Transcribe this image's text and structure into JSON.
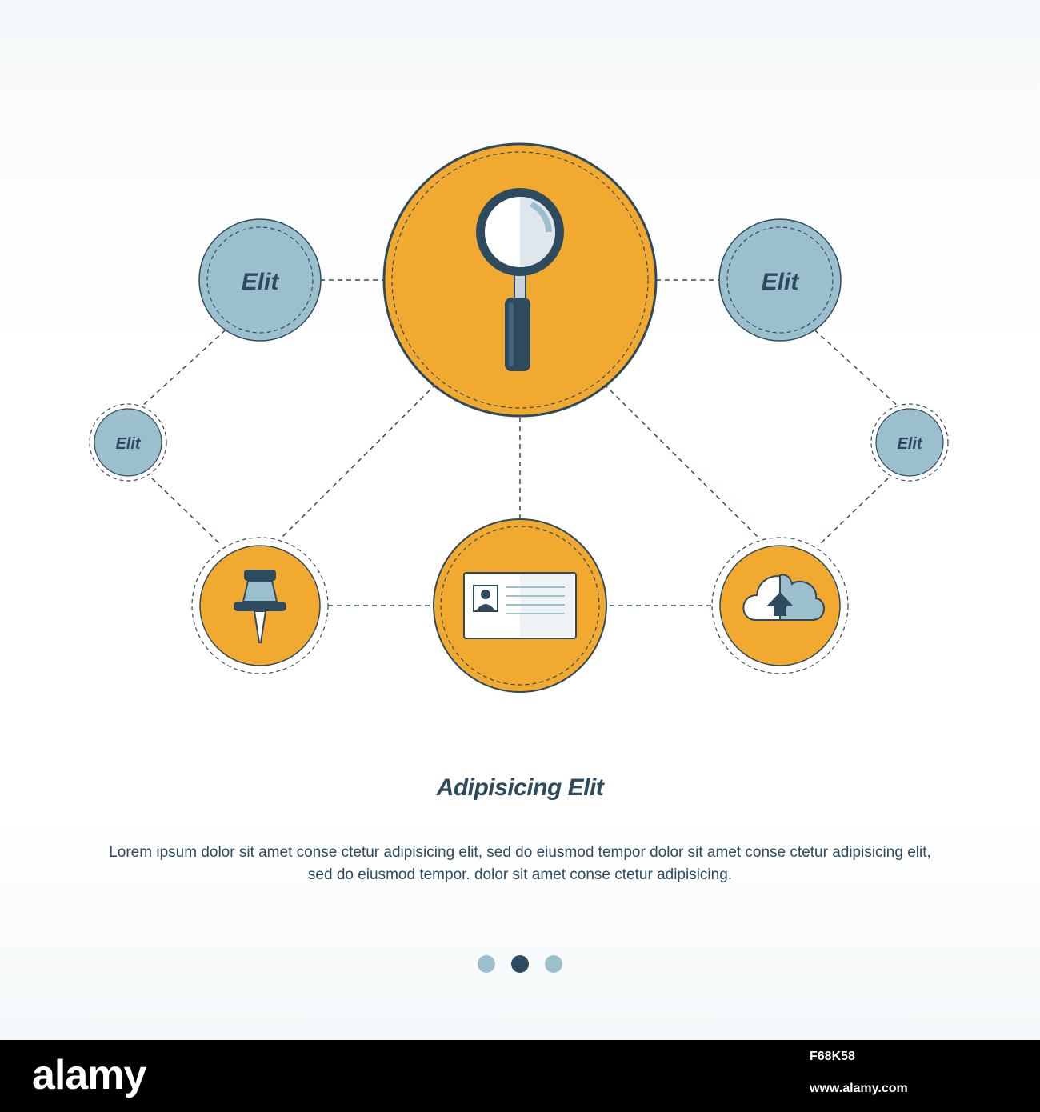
{
  "diagram": {
    "nodes": {
      "top_left": "Elit",
      "top_right": "Elit",
      "mid_left": "Elit",
      "mid_right": "Elit"
    },
    "icons": {
      "center": "magnifier-icon",
      "bottom_left": "pushpin-icon",
      "bottom_center": "id-card-icon",
      "bottom_right": "cloud-upload-icon"
    },
    "colors": {
      "orange": "#f2a92f",
      "blue": "#9cbfcd",
      "navy": "#2e4a5f"
    }
  },
  "content": {
    "title": "Adipisicing Elit",
    "description": "Lorem ipsum dolor sit amet conse ctetur adipisicing elit, sed do eiusmod tempor dolor sit amet conse ctetur adipisicing elit, sed do eiusmod tempor. dolor sit amet conse ctetur adipisicing."
  },
  "pager": {
    "pages": 3,
    "active_index": 1
  },
  "footer": {
    "brand": "alamy",
    "image_id": "F68K58",
    "site": "www.alamy.com"
  }
}
